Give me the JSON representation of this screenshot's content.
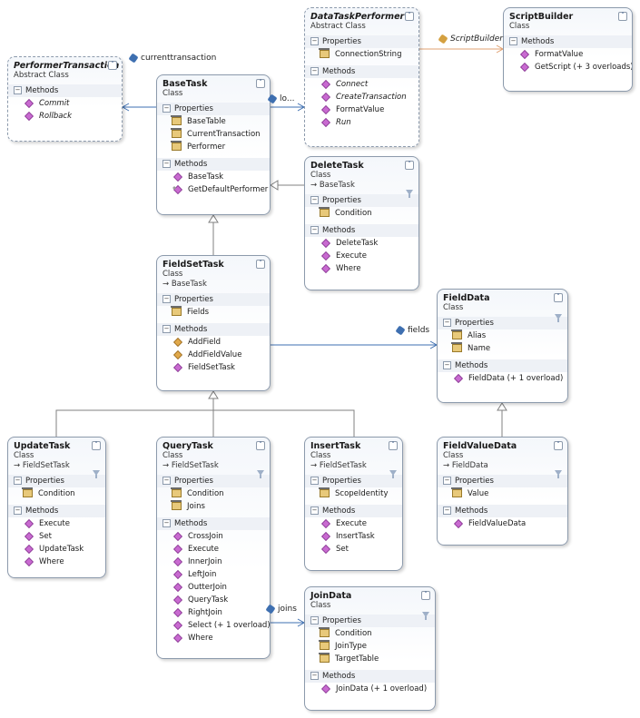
{
  "classes": [
    {
      "name": "PerformerTransaction",
      "kind": "Abstract Class",
      "abstract": true,
      "base": "",
      "sections": [
        {
          "title": "Methods",
          "members": [
            {
              "label": "Commit",
              "icon": "method-icon",
              "italic": true
            },
            {
              "label": "Rollback",
              "icon": "method-icon",
              "italic": true
            }
          ]
        }
      ]
    },
    {
      "name": "BaseTask",
      "kind": "Class",
      "abstract": false,
      "base": "",
      "sections": [
        {
          "title": "Properties",
          "members": [
            {
              "label": "BaseTable",
              "icon": "property-icon"
            },
            {
              "label": "CurrentTransaction",
              "icon": "property-icon"
            },
            {
              "label": "Performer",
              "icon": "property-icon"
            }
          ]
        },
        {
          "title": "Methods",
          "members": [
            {
              "label": "BaseTask",
              "icon": "method-icon"
            },
            {
              "label": "GetDefaultPerformer",
              "icon": "private-method-icon"
            }
          ]
        }
      ]
    },
    {
      "name": "DataTaskPerformer",
      "kind": "Abstract Class",
      "abstract": true,
      "base": "",
      "sections": [
        {
          "title": "Properties",
          "members": [
            {
              "label": "ConnectionString",
              "icon": "property-icon"
            }
          ]
        },
        {
          "title": "Methods",
          "members": [
            {
              "label": "Connect",
              "icon": "method-icon",
              "italic": true
            },
            {
              "label": "CreateTransaction",
              "icon": "method-icon",
              "italic": true
            },
            {
              "label": "FormatValue",
              "icon": "method-icon"
            },
            {
              "label": "Run",
              "icon": "method-icon",
              "italic": true
            }
          ]
        }
      ]
    },
    {
      "name": "ScriptBuilder",
      "kind": "Class",
      "abstract": false,
      "base": "",
      "sections": [
        {
          "title": "Methods",
          "members": [
            {
              "label": "FormatValue",
              "icon": "method-icon"
            },
            {
              "label": "GetScript (+ 3 overloads)",
              "icon": "method-icon"
            }
          ]
        }
      ]
    },
    {
      "name": "DeleteTask",
      "kind": "Class",
      "abstract": false,
      "base": "BaseTask",
      "sections": [
        {
          "title": "Properties",
          "members": [
            {
              "label": "Condition",
              "icon": "property-icon"
            }
          ]
        },
        {
          "title": "Methods",
          "members": [
            {
              "label": "DeleteTask",
              "icon": "method-icon"
            },
            {
              "label": "Execute",
              "icon": "method-icon"
            },
            {
              "label": "Where",
              "icon": "method-icon"
            }
          ]
        }
      ]
    },
    {
      "name": "FieldSetTask",
      "kind": "Class",
      "abstract": false,
      "base": "BaseTask",
      "sections": [
        {
          "title": "Properties",
          "members": [
            {
              "label": "Fields",
              "icon": "property-icon"
            }
          ]
        },
        {
          "title": "Methods",
          "members": [
            {
              "label": "AddField",
              "icon": "protected-method-icon"
            },
            {
              "label": "AddFieldValue",
              "icon": "protected-method-icon"
            },
            {
              "label": "FieldSetTask",
              "icon": "method-icon"
            }
          ]
        }
      ]
    },
    {
      "name": "FieldData",
      "kind": "Class",
      "abstract": false,
      "base": "",
      "sections": [
        {
          "title": "Properties",
          "members": [
            {
              "label": "Alias",
              "icon": "property-icon"
            },
            {
              "label": "Name",
              "icon": "property-icon"
            }
          ]
        },
        {
          "title": "Methods",
          "members": [
            {
              "label": "FieldData (+ 1 overload)",
              "icon": "method-icon"
            }
          ]
        }
      ]
    },
    {
      "name": "UpdateTask",
      "kind": "Class",
      "abstract": false,
      "base": "FieldSetTask",
      "sections": [
        {
          "title": "Properties",
          "members": [
            {
              "label": "Condition",
              "icon": "property-icon"
            }
          ]
        },
        {
          "title": "Methods",
          "members": [
            {
              "label": "Execute",
              "icon": "method-icon"
            },
            {
              "label": "Set",
              "icon": "method-icon"
            },
            {
              "label": "UpdateTask",
              "icon": "method-icon"
            },
            {
              "label": "Where",
              "icon": "method-icon"
            }
          ]
        }
      ]
    },
    {
      "name": "QueryTask",
      "kind": "Class",
      "abstract": false,
      "base": "FieldSetTask",
      "sections": [
        {
          "title": "Properties",
          "members": [
            {
              "label": "Condition",
              "icon": "property-icon"
            },
            {
              "label": "Joins",
              "icon": "property-icon"
            }
          ]
        },
        {
          "title": "Methods",
          "members": [
            {
              "label": "CrossJoin",
              "icon": "method-icon"
            },
            {
              "label": "Execute",
              "icon": "method-icon"
            },
            {
              "label": "InnerJoin",
              "icon": "method-icon"
            },
            {
              "label": "LeftJoin",
              "icon": "method-icon"
            },
            {
              "label": "OutterJoin",
              "icon": "method-icon"
            },
            {
              "label": "QueryTask",
              "icon": "method-icon"
            },
            {
              "label": "RightJoin",
              "icon": "method-icon"
            },
            {
              "label": "Select (+ 1 overload)",
              "icon": "method-icon"
            },
            {
              "label": "Where",
              "icon": "method-icon"
            }
          ]
        }
      ]
    },
    {
      "name": "InsertTask",
      "kind": "Class",
      "abstract": false,
      "base": "FieldSetTask",
      "sections": [
        {
          "title": "Properties",
          "members": [
            {
              "label": "ScopeIdentity",
              "icon": "property-icon"
            }
          ]
        },
        {
          "title": "Methods",
          "members": [
            {
              "label": "Execute",
              "icon": "method-icon"
            },
            {
              "label": "InsertTask",
              "icon": "method-icon"
            },
            {
              "label": "Set",
              "icon": "method-icon"
            }
          ]
        }
      ]
    },
    {
      "name": "FieldValueData",
      "kind": "Class",
      "abstract": false,
      "base": "FieldData",
      "sections": [
        {
          "title": "Properties",
          "members": [
            {
              "label": "Value",
              "icon": "property-icon"
            }
          ]
        },
        {
          "title": "Methods",
          "members": [
            {
              "label": "FieldValueData",
              "icon": "method-icon"
            }
          ]
        }
      ]
    },
    {
      "name": "JoinData",
      "kind": "Class",
      "abstract": false,
      "base": "",
      "sections": [
        {
          "title": "Properties",
          "members": [
            {
              "label": "Condition",
              "icon": "property-icon"
            },
            {
              "label": "JoinType",
              "icon": "property-icon"
            },
            {
              "label": "TargetTable",
              "icon": "property-icon"
            }
          ]
        },
        {
          "title": "Methods",
          "members": [
            {
              "label": "JoinData (+ 1 overload)",
              "icon": "method-icon"
            }
          ]
        }
      ]
    }
  ],
  "associations": [
    {
      "label": "currenttransaction",
      "italic": false
    },
    {
      "label": "lo...",
      "italic": false
    },
    {
      "label": "ScriptBuilder",
      "italic": true
    },
    {
      "label": "fields",
      "italic": false
    },
    {
      "label": "joins",
      "italic": false
    }
  ],
  "colors": {
    "border": "#8c9aac",
    "association": "#3e6fb0",
    "inheritance": "#808080",
    "dependency": "#e0a070"
  }
}
